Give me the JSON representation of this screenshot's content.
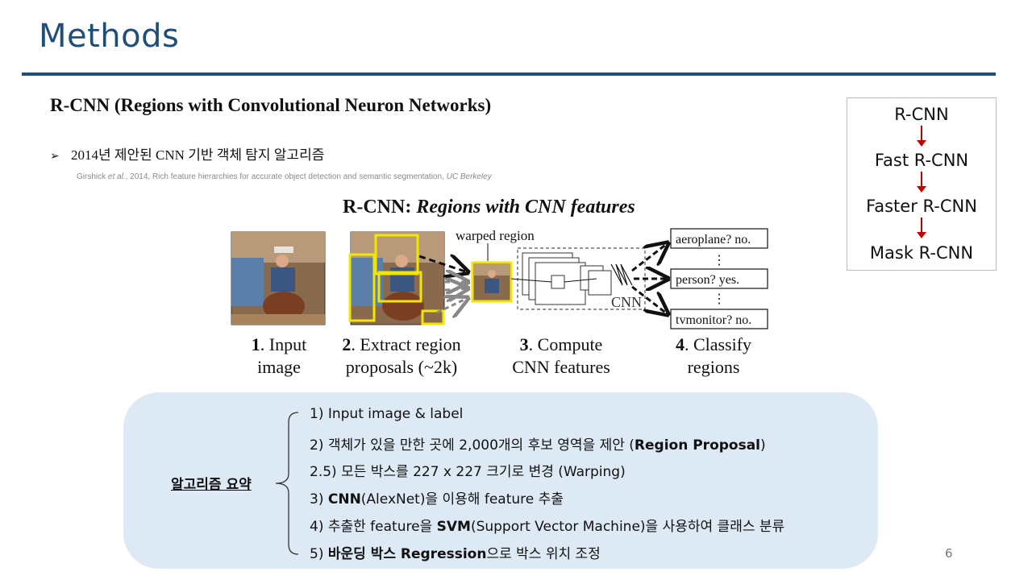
{
  "slide": {
    "title": "Methods",
    "subtitle": "R-CNN (Regions with Convolutional Neuron Networks)",
    "bullet": "2014년 제안된 CNN 기반 객체 탐지 알고리즘",
    "citation": {
      "prefix": "Girshick ",
      "etal": "et al.",
      "middle": ", 2014, Rich feature hierarchies for accurate object detection and semantic segmentation, ",
      "affil": "UC Berkeley"
    },
    "page_number": "6"
  },
  "evolution": [
    "R-CNN",
    "Fast R-CNN",
    "Faster R-CNN",
    "Mask R-CNN"
  ],
  "figure": {
    "title_bold": "R-CNN: ",
    "title_italic": "Regions with CNN features",
    "warped_label": "warped region",
    "cnn_label": "CNN",
    "classes": [
      "aeroplane? no.",
      "person? yes.",
      "tvmonitor? no."
    ],
    "ellipsis": "⋮",
    "steps": [
      {
        "num": "1",
        "line1": ". Input",
        "line2": "image"
      },
      {
        "num": "2",
        "line1": ". Extract region",
        "line2": "proposals (~2k)"
      },
      {
        "num": "3",
        "line1": ". Compute",
        "line2": "CNN features"
      },
      {
        "num": "4",
        "line1": ". Classify",
        "line2": "regions"
      }
    ]
  },
  "summary": {
    "label": "알고리즘 요약",
    "items": [
      {
        "a": "1) Input image & label",
        "b": "",
        "c": ""
      },
      {
        "a": "2) 객체가 있을 만한 곳에 2,000개의 후보 영역을 제안 (",
        "b": "Region Proposal",
        "c": ")"
      },
      {
        "a": "2.5) 모든 박스를 227 x 227 크기로 변경 (Warping)",
        "b": "",
        "c": ""
      },
      {
        "a": "3) ",
        "b": "CNN",
        "c": "(AlexNet)을 이용해 feature 추출"
      },
      {
        "a": "4) 추출한 feature을 ",
        "b": "SVM",
        "c": "(Support Vector Machine)을 사용하여 클래스 분류"
      },
      {
        "a": "5) ",
        "b": "바운딩 박스 Regression",
        "c": "으로 박스 위치 조정"
      }
    ]
  },
  "colors": {
    "accent": "#1f4e79",
    "arrow": "#c00000",
    "panel": "#dde9f5",
    "box_yellow": "#f2e600"
  }
}
